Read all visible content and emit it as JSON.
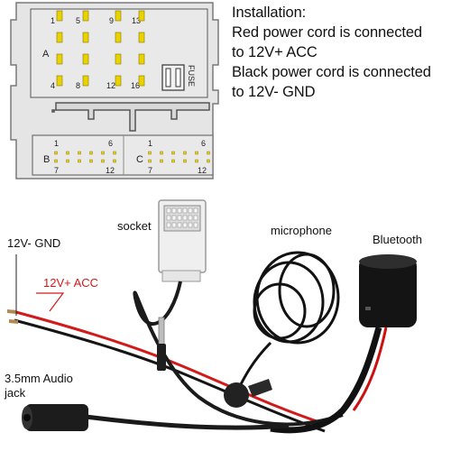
{
  "connector": {
    "block_a_label": "A",
    "block_b_label": "B",
    "block_c_label": "C",
    "pin_numbers_a": [
      "1",
      "5",
      "9",
      "13",
      "4",
      "8",
      "12",
      "16"
    ],
    "pin_numbers_b": [
      "1",
      "6",
      "7",
      "12"
    ],
    "pin_numbers_c": [
      "1",
      "6",
      "7",
      "12"
    ],
    "fuse_label": "FUSE"
  },
  "installation": {
    "title": "Installation:",
    "lines": [
      "Red power cord is connected",
      "to 12V+ ACC",
      "Black power cord is connected",
      "to 12V- GND"
    ]
  },
  "product_labels": {
    "socket": "socket",
    "microphone": "microphone",
    "bluetooth": "Bluetooth",
    "gnd": "12V- GND",
    "acc": "12V+ ACC",
    "audio_jack_line1": "3.5mm Audio",
    "audio_jack_line2": "jack"
  },
  "colors": {
    "pin_yellow": "#e8d200",
    "acc_red": "#d11a1a",
    "cable_black": "#151515"
  }
}
